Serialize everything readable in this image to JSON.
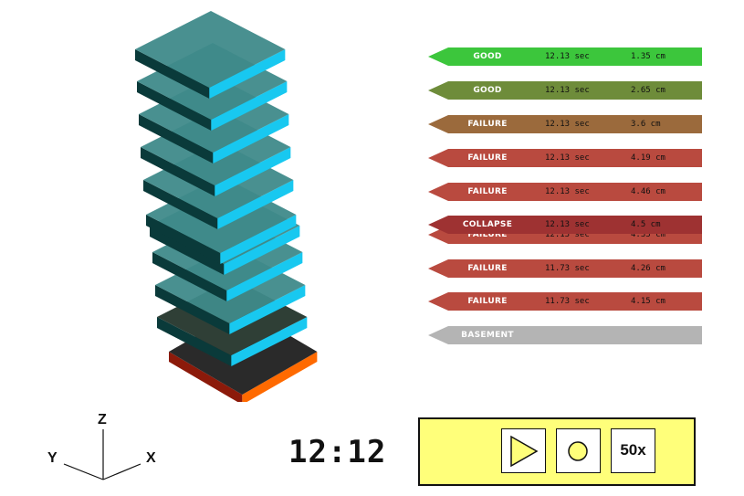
{
  "axes": {
    "z": "Z",
    "y": "Y",
    "x": "X"
  },
  "floors": [
    {
      "status": "GOOD",
      "time": "12.13 sec",
      "drift": "1.35 cm",
      "color": "#3cc63c"
    },
    {
      "status": "GOOD",
      "time": "12.13 sec",
      "drift": "2.65 cm",
      "color": "#6e8c3a"
    },
    {
      "status": "FAILURE",
      "time": "12.13 sec",
      "drift": "3.6 cm",
      "color": "#9b6a3c"
    },
    {
      "status": "FAILURE",
      "time": "12.13 sec",
      "drift": "4.19 cm",
      "color": "#b94a3f"
    },
    {
      "status": "FAILURE",
      "time": "12.13 sec",
      "drift": "4.46 cm",
      "color": "#b94a3f"
    },
    {
      "status": "FAILURE",
      "time": "12.13 sec",
      "drift": "4.33 cm",
      "color": "#b94a3f"
    },
    {
      "status": "COLLAPSE",
      "time": "12.13 sec",
      "drift": "4.5 cm",
      "color": "#9e3232"
    },
    {
      "status": "FAILURE",
      "time": "11.73 sec",
      "drift": "4.26 cm",
      "color": "#b94a3f"
    },
    {
      "status": "FAILURE",
      "time": "11.73 sec",
      "drift": "4.15 cm",
      "color": "#b94a3f"
    },
    {
      "status": "BASEMENT",
      "time": "",
      "drift": "",
      "color": "#b4b4b4"
    }
  ],
  "clock": "12:12",
  "controls": {
    "play_icon": "play-icon",
    "record_icon": "circle-icon",
    "speed_label": "50x"
  },
  "colors": {
    "slab_top": "#3f8a8a",
    "slab_front": "#0a3a3a",
    "slab_side": "#18c8f0",
    "base_top": "#2a2a2a",
    "base_side": "#ff6a00",
    "base_front": "#8c1a0a",
    "panel": "#ffff7a"
  }
}
